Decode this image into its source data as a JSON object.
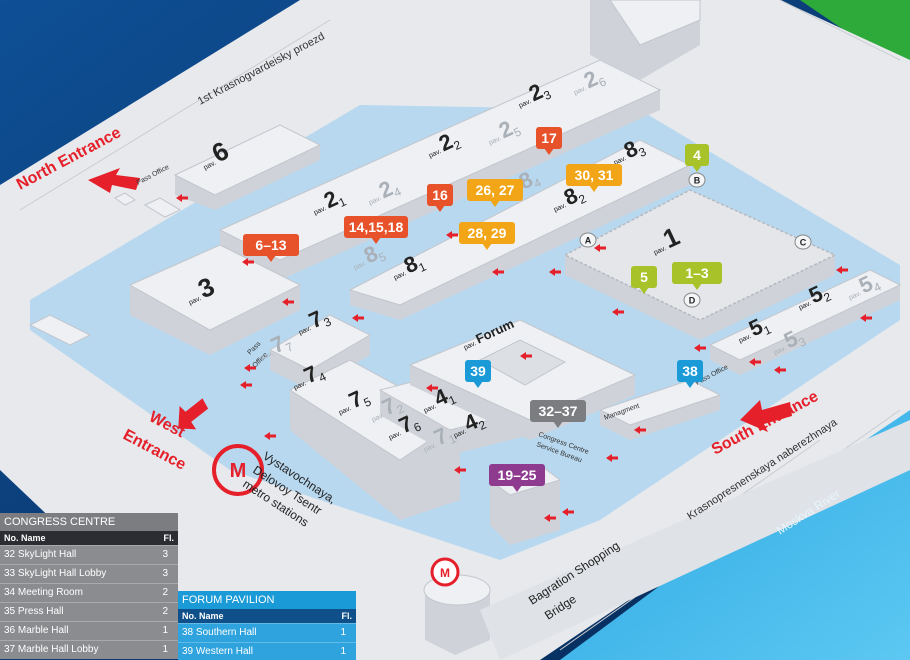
{
  "streets": {
    "north": "1st Krasnogvardeisky proezd",
    "south": "Krasnopresnenskaya naberezhnaya",
    "river": "Moskva River",
    "bridge_l1": "Bagration Shopping",
    "bridge_l2": "Bridge"
  },
  "entrances": {
    "north": "North Entrance",
    "west_l1": "West",
    "west_l2": "Entrance",
    "south": "South Entrance"
  },
  "metro": {
    "l1": "Vystavochnaya,",
    "l2": "Delovoy Tsentr",
    "l3": "metro stations"
  },
  "small_labels": {
    "pass_office_north": "Pass Office",
    "pass_office_west_l1": "Pass",
    "pass_office_west_l2": "Office",
    "pass_office_south": "Pass Office",
    "management": "Managment",
    "service_l1": "Congress Centre",
    "service_l2": "Service Bureau"
  },
  "pavilion_prefix": "pav.",
  "pavilions": [
    {
      "id": "6",
      "num": "6",
      "sub": ""
    },
    {
      "id": "2-3",
      "num": "2",
      "sub": "3"
    },
    {
      "id": "2-6",
      "num": "2",
      "sub": "6"
    },
    {
      "id": "2-2",
      "num": "2",
      "sub": "2"
    },
    {
      "id": "2-5",
      "num": "2",
      "sub": "5"
    },
    {
      "id": "2-1",
      "num": "2",
      "sub": "1"
    },
    {
      "id": "2-4",
      "num": "2",
      "sub": "4"
    },
    {
      "id": "8-3",
      "num": "8",
      "sub": "3"
    },
    {
      "id": "8-4",
      "num": "8",
      "sub": "4"
    },
    {
      "id": "8-2",
      "num": "8",
      "sub": "2"
    },
    {
      "id": "8-5",
      "num": "8",
      "sub": "5"
    },
    {
      "id": "8-1",
      "num": "8",
      "sub": "1"
    },
    {
      "id": "3",
      "num": "3",
      "sub": ""
    },
    {
      "id": "1",
      "num": "1",
      "sub": ""
    },
    {
      "id": "5-2",
      "num": "5",
      "sub": "2"
    },
    {
      "id": "5-4",
      "num": "5",
      "sub": "4"
    },
    {
      "id": "5-1",
      "num": "5",
      "sub": "1"
    },
    {
      "id": "5-3",
      "num": "5",
      "sub": "3"
    },
    {
      "id": "7-7",
      "num": "7",
      "sub": "7"
    },
    {
      "id": "7-3",
      "num": "7",
      "sub": "3"
    },
    {
      "id": "7-4",
      "num": "7",
      "sub": "4"
    },
    {
      "id": "7-5",
      "num": "7",
      "sub": "5"
    },
    {
      "id": "7-2",
      "num": "7",
      "sub": "2"
    },
    {
      "id": "7-6",
      "num": "7",
      "sub": "6"
    },
    {
      "id": "7-1",
      "num": "7",
      "sub": "1"
    },
    {
      "id": "4-1",
      "num": "4",
      "sub": "1"
    },
    {
      "id": "4-2",
      "num": "4",
      "sub": "2"
    },
    {
      "id": "forum",
      "num": "Forum",
      "sub": ""
    }
  ],
  "entrance_letters": [
    "A",
    "B",
    "C",
    "D"
  ],
  "markers": [
    {
      "id": "4",
      "label": "4",
      "color": "#a8c229"
    },
    {
      "id": "17",
      "label": "17",
      "color": "#e8522a"
    },
    {
      "id": "26-27",
      "label": "26, 27",
      "color": "#f2a516"
    },
    {
      "id": "30-31",
      "label": "30, 31",
      "color": "#f2a516"
    },
    {
      "id": "16",
      "label": "16",
      "color": "#e8522a"
    },
    {
      "id": "14-18",
      "label": "14,15,18",
      "color": "#e8522a"
    },
    {
      "id": "28-29",
      "label": "28, 29",
      "color": "#f2a516"
    },
    {
      "id": "6-13",
      "label": "6–13",
      "color": "#e8522a"
    },
    {
      "id": "5",
      "label": "5",
      "color": "#a8c229"
    },
    {
      "id": "1-3",
      "label": "1–3",
      "color": "#a8c229"
    },
    {
      "id": "39",
      "label": "39",
      "color": "#1a9ad6"
    },
    {
      "id": "38",
      "label": "38",
      "color": "#1a9ad6"
    },
    {
      "id": "32-37",
      "label": "32–37",
      "color": "#7b7d80"
    },
    {
      "id": "19-25",
      "label": "19–25",
      "color": "#8e3a8f"
    }
  ],
  "congress_table": {
    "title": "CONGRESS CENTRE",
    "col_name": "No. Name",
    "col_floor": "Fl.",
    "rows": [
      {
        "name": "32 SkyLight Hall",
        "floor": "3"
      },
      {
        "name": "33 SkyLight Hall Lobby",
        "floor": "3"
      },
      {
        "name": "34 Meeting Room",
        "floor": "2"
      },
      {
        "name": "35 Press Hall",
        "floor": "2"
      },
      {
        "name": "36 Marble Hall",
        "floor": "1"
      },
      {
        "name": "37 Marble Hall Lobby",
        "floor": "1"
      }
    ]
  },
  "forum_table": {
    "title": "FORUM PAVILION",
    "col_name": "No. Name",
    "col_floor": "Fl.",
    "rows": [
      {
        "name": "38 Southern Hall",
        "floor": "1"
      },
      {
        "name": "39 Western Hall",
        "floor": "1"
      }
    ]
  },
  "colors": {
    "background": "#0a3d7a",
    "plaza": "#b8d8ef",
    "road": "#e7e9ec",
    "river": "#33b4ec",
    "green": "#2eaa3a",
    "arrow": "#e5202a",
    "congress_header": "#7b7d80",
    "forum_header": "#1a9ad6"
  }
}
